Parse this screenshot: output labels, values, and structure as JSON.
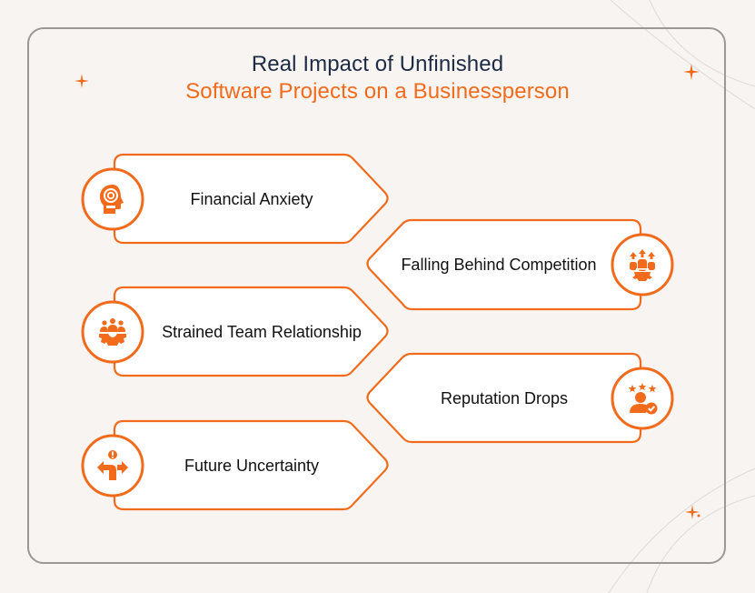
{
  "title": {
    "line1": "Real Impact of Unfinished",
    "line2": "Software Projects on a Businessperson"
  },
  "colors": {
    "accent": "#f26b1d",
    "title_dark": "#1d2b45",
    "background": "#f7f4f1",
    "frame": "#9a9896",
    "card_fill": "#ffffff"
  },
  "items": [
    {
      "label": "Financial Anxiety",
      "icon": "head-spiral-icon",
      "side": "left"
    },
    {
      "label": "Falling Behind Competition",
      "icon": "growth-gear-team-icon",
      "side": "right"
    },
    {
      "label": "Strained Team Relationship",
      "icon": "team-gear-icon",
      "side": "left"
    },
    {
      "label": "Reputation Drops",
      "icon": "person-stars-check-icon",
      "side": "right"
    },
    {
      "label": "Future Uncertainty",
      "icon": "crossroads-alert-icon",
      "side": "left"
    }
  ]
}
